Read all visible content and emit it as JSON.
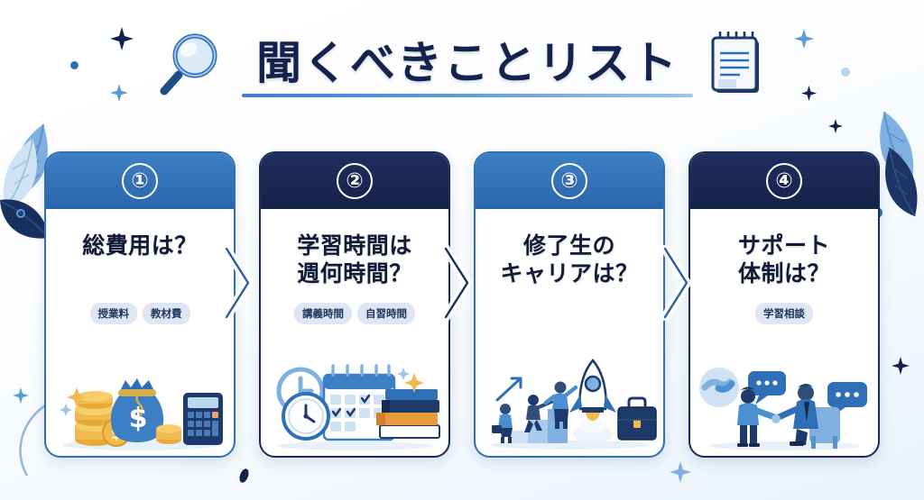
{
  "header": {
    "title": "聞くべきことリスト",
    "left_icon": "magnifying-glass-icon",
    "right_icon": "notepad-icon"
  },
  "theme": {
    "accent_blue": "#2f6fb5",
    "accent_navy": "#1b2a56",
    "title_color": "#14234d",
    "tag_bg": "#dde6f2",
    "background": "#f2f7fc"
  },
  "cards": [
    {
      "number": "①",
      "header_style": "blue",
      "title_lines": [
        "総費用は？"
      ],
      "tags": [
        "授業料",
        "教材費"
      ],
      "illustration": "money-bag-coins-calculator-icon"
    },
    {
      "number": "②",
      "header_style": "navy",
      "title_lines": [
        "学習時間は",
        "週何時間？"
      ],
      "tags": [
        "講義時間",
        "自習時間"
      ],
      "illustration": "calendar-clock-books-icon"
    },
    {
      "number": "③",
      "header_style": "blue",
      "title_lines": [
        "修了生の",
        "キャリアは？"
      ],
      "tags": [],
      "illustration": "rocket-career-stairs-briefcase-icon"
    },
    {
      "number": "④",
      "header_style": "navy",
      "title_lines": [
        "サポート",
        "体制は？"
      ],
      "tags": [
        "学習相談"
      ],
      "illustration": "handshake-consultation-icon"
    }
  ],
  "connectors": [
    {
      "name": "chevron-1-2",
      "glyph": "chevron-right-icon"
    },
    {
      "name": "chevron-2-3",
      "glyph": "chevron-right-icon"
    },
    {
      "name": "chevron-3-4",
      "glyph": "chevron-right-icon"
    }
  ],
  "decorations": {
    "leaves": "leaf-icon",
    "sparkles": "sparkle-icon",
    "dots": "dot-icon"
  }
}
